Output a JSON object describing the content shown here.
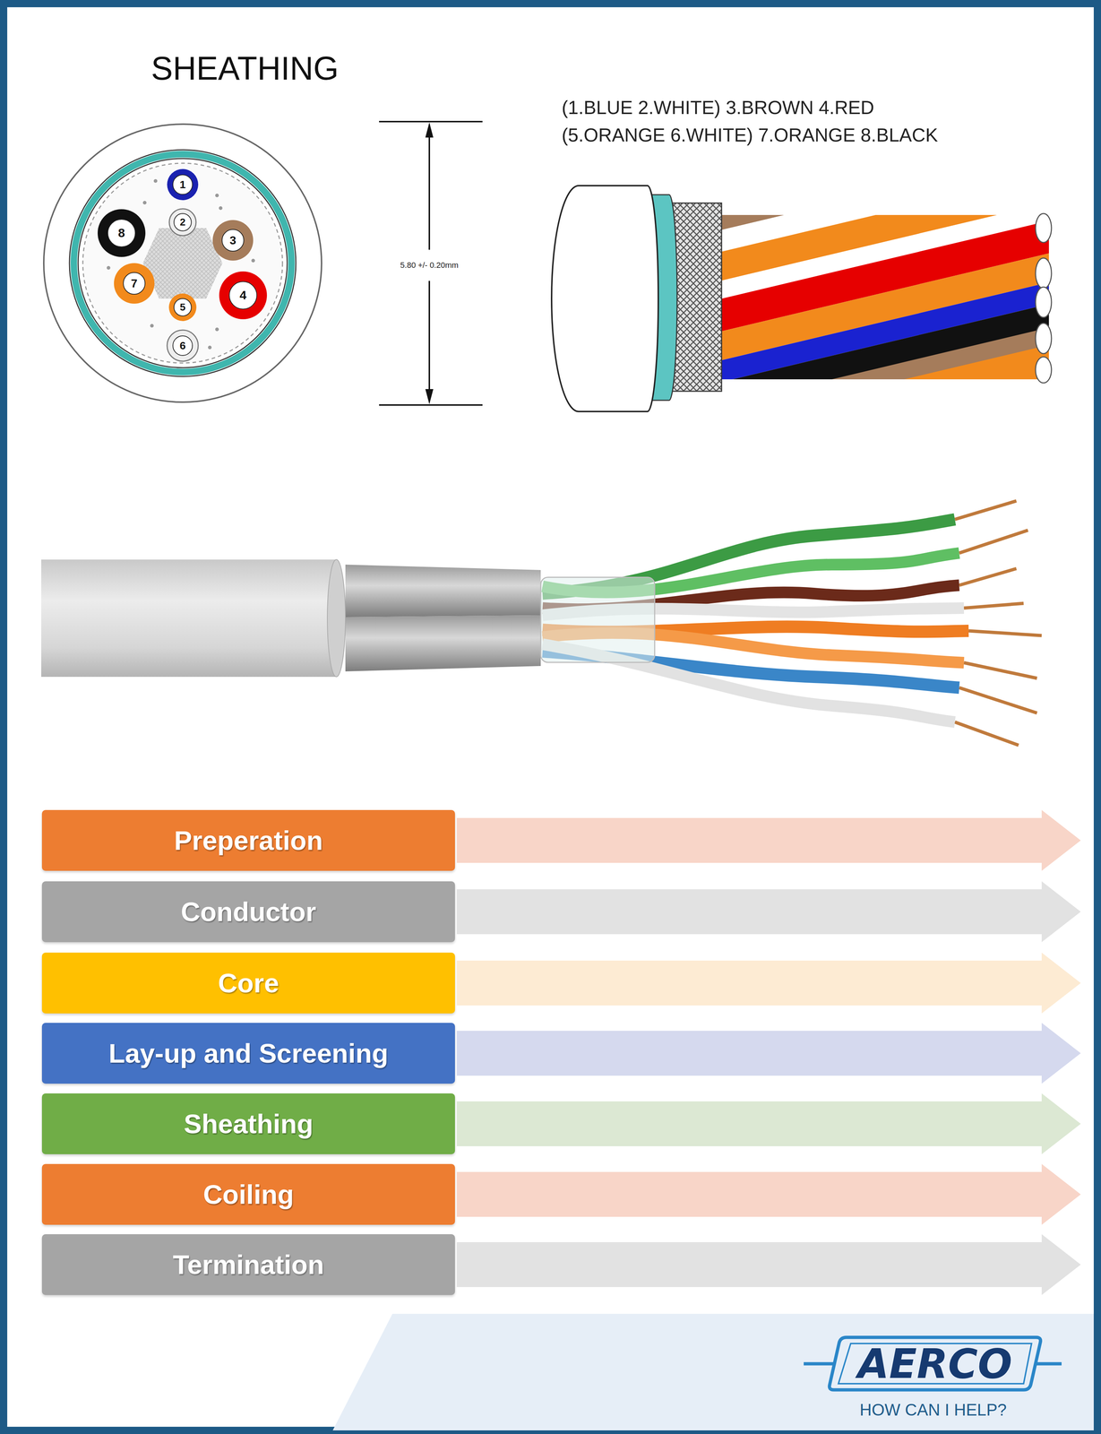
{
  "diagram": {
    "title": "SHEATHING",
    "nodes": [
      {
        "text": [
          "Preperation"
        ]
      },
      {
        "text": [
          "Conductor"
        ]
      },
      {
        "text": [
          "Core"
        ]
      },
      {
        "text": [
          "Lay-up and Screening"
        ]
      },
      {
        "text": [
          "Sheathing"
        ]
      },
      {
        "text": [
          "Coiling"
        ]
      },
      {
        "text": [
          "Termination"
        ]
      }
    ],
    "labels": [
      "(1.BLUE 2.WHITE) 3.BROWN 4.RED",
      "(5.ORANGE 6.WHITE) 7.ORANGE 8.BLACK",
      "5.80 +/- 0.20mm",
      "1",
      "2",
      "3",
      "4",
      "5",
      "6",
      "7",
      "8",
      "AERCO",
      "HOW CAN I HELP?"
    ]
  }
}
